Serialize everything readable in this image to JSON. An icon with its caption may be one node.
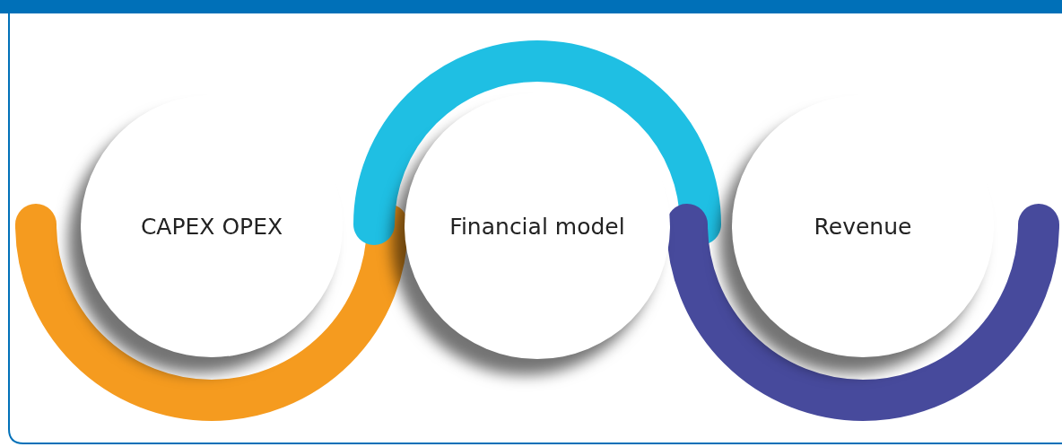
{
  "diagram": {
    "nodes": [
      {
        "text": [
          "CAPEX OPEX"
        ]
      },
      {
        "text": [
          "Financial model"
        ]
      },
      {
        "text": [
          "Revenue"
        ]
      }
    ]
  }
}
